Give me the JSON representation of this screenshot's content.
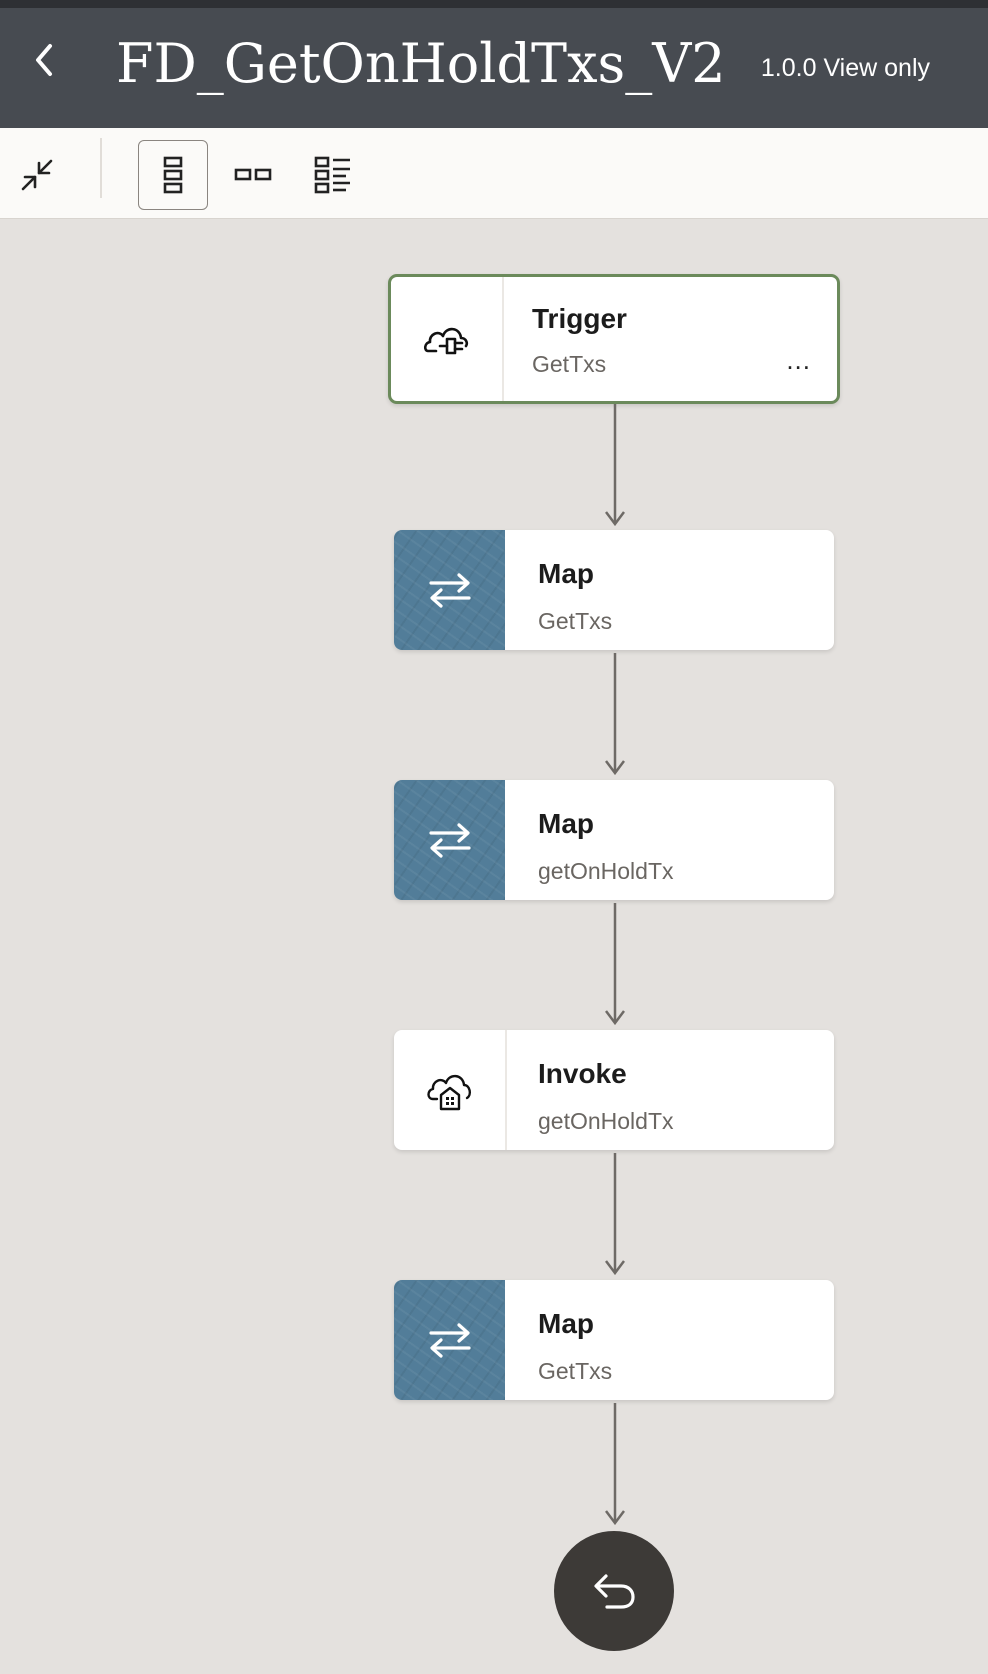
{
  "header": {
    "title": "FD_GetOnHoldTxs_V2",
    "version_status": "1.0.0 View only",
    "back_icon": "chevron-left-icon"
  },
  "toolbar": {
    "buttons": [
      {
        "icon": "collapse-icon"
      },
      {
        "icon": "vertical-layout-icon",
        "selected": true
      },
      {
        "icon": "horizontal-layout-icon"
      },
      {
        "icon": "pseudo-view-icon"
      }
    ]
  },
  "flow": {
    "nodes": [
      {
        "type": "Trigger",
        "name": "GetTxs",
        "icon": "cloud-plug-icon",
        "more_label": "..."
      },
      {
        "type": "Map",
        "name": "GetTxs",
        "icon": "swap-arrows-icon"
      },
      {
        "type": "Map",
        "name": "getOnHoldTx",
        "icon": "swap-arrows-icon"
      },
      {
        "type": "Invoke",
        "name": "getOnHoldTx",
        "icon": "cloud-building-icon"
      },
      {
        "type": "Map",
        "name": "GetTxs",
        "icon": "swap-arrows-icon"
      }
    ],
    "end": {
      "icon": "return-arrow-icon"
    }
  },
  "colors": {
    "header_bg": "#474b51",
    "canvas_bg": "#e4e1de",
    "map_icon_bg": "#527d99",
    "trigger_border": "#6b8a5b",
    "end_node_bg": "#3d3a37"
  }
}
